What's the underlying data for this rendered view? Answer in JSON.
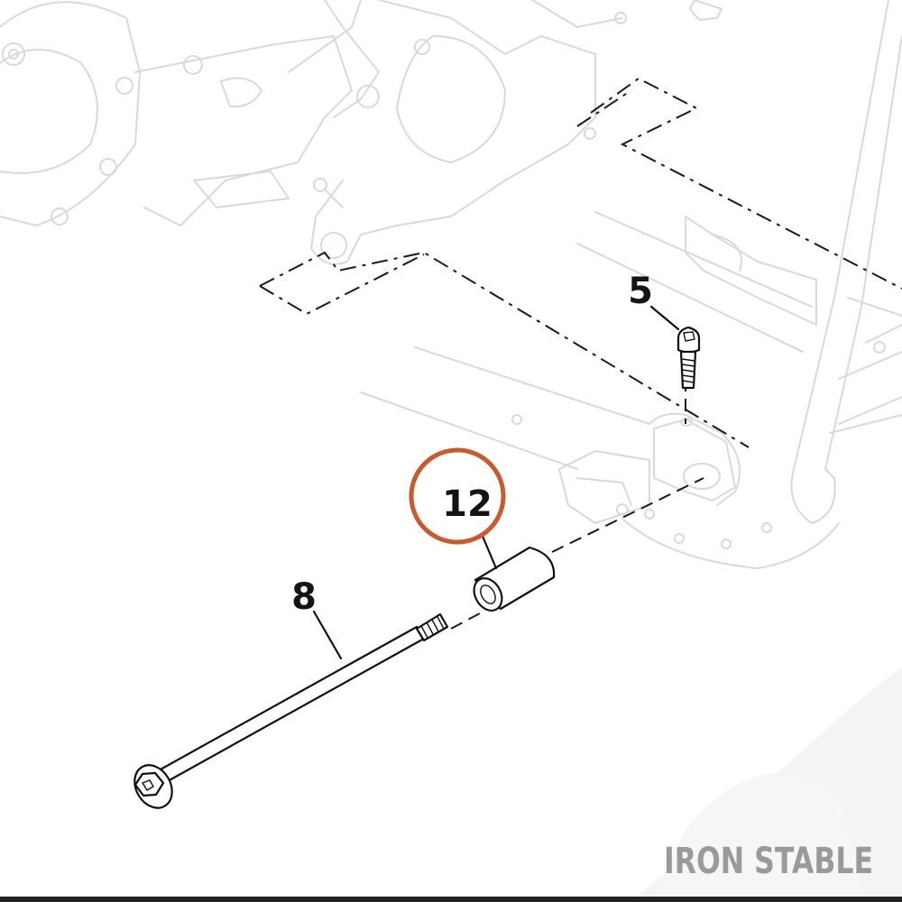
{
  "callouts": {
    "part_5": "5",
    "part_8": "8",
    "part_12": "12"
  },
  "watermark": "IRON STABLE",
  "colors": {
    "highlight_ring": "#c85a2e",
    "ghost_line": "#d9d9d9",
    "part_line": "#111111",
    "watermark": "#9a9a9a"
  }
}
